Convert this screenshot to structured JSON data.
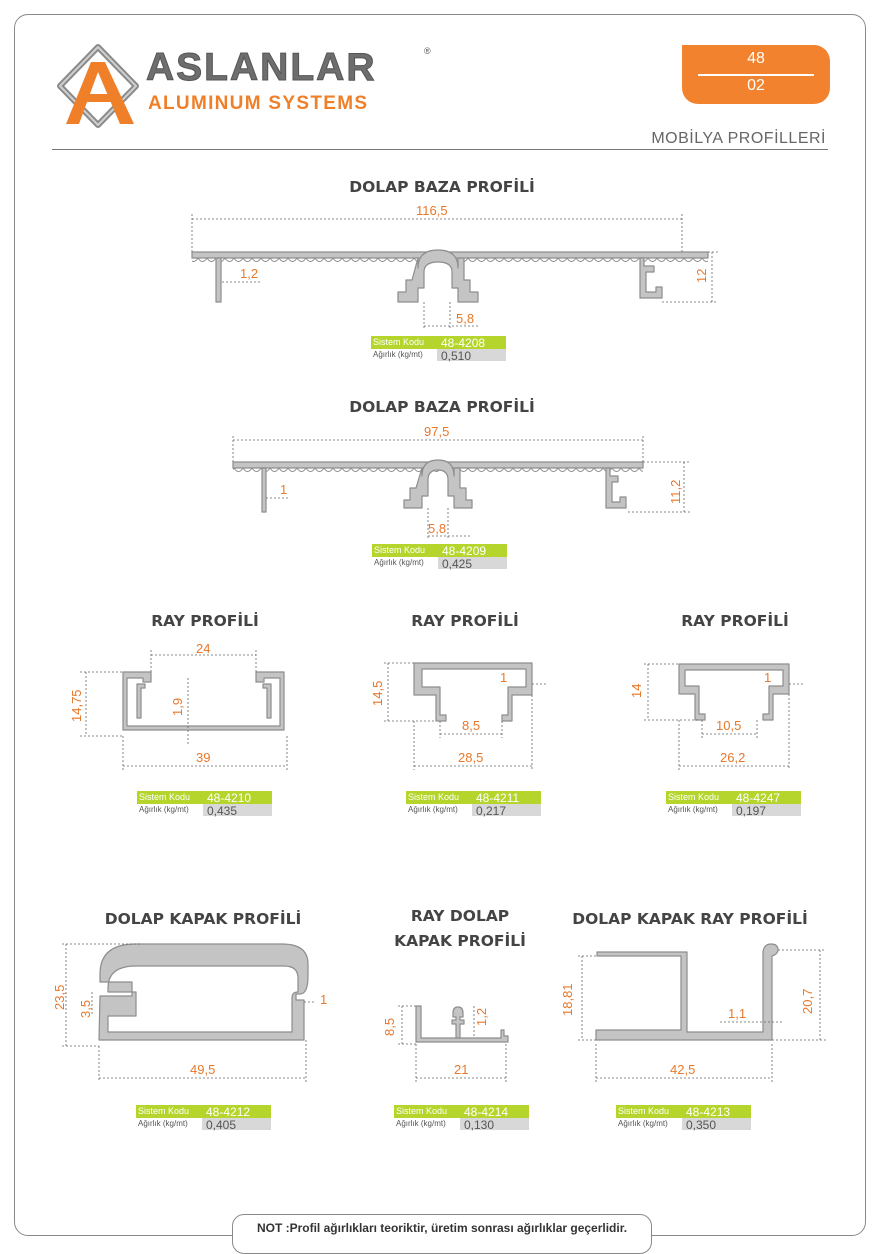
{
  "header": {
    "brand": "ASLANLAR",
    "registered": "®",
    "tagline": "ALUMINUM SYSTEMS",
    "page_top": "48",
    "page_bottom": "02",
    "section": "MOBİLYA PROFİLLERİ"
  },
  "info_labels": {
    "code": "Sistem Kodu",
    "weight": "Ağırlık (kg/mt)"
  },
  "profiles": [
    {
      "title": "DOLAP BAZA PROFİLİ",
      "code": "48-4208",
      "weight": "0,510",
      "dims": {
        "width": "116,5",
        "thick": "1,2",
        "height": "12",
        "slot": "5,8"
      }
    },
    {
      "title": "DOLAP BAZA PROFİLİ",
      "code": "48-4209",
      "weight": "0,425",
      "dims": {
        "width": "97,5",
        "thick": "1",
        "height": "11,2",
        "slot": "5,8"
      }
    },
    {
      "title": "RAY PROFİLİ",
      "code": "48-4210",
      "weight": "0,435",
      "dims": {
        "inner": "24",
        "height": "14,75",
        "lip": "1,9",
        "width": "39"
      }
    },
    {
      "title": "RAY PROFİLİ",
      "code": "48-4211",
      "weight": "0,217",
      "dims": {
        "height": "14,5",
        "thick": "1",
        "gap": "8,5",
        "width": "28,5"
      }
    },
    {
      "title": "RAY PROFİLİ",
      "code": "48-4247",
      "weight": "0,197",
      "dims": {
        "height": "14",
        "thick": "1",
        "gap": "10,5",
        "width": "26,2"
      }
    },
    {
      "title": "DOLAP KAPAK PROFİLİ",
      "code": "48-4212",
      "weight": "0,405",
      "dims": {
        "height": "23,5",
        "slot": "3,5",
        "thick": "1",
        "width": "49,5"
      }
    },
    {
      "title_l1": "RAY DOLAP",
      "title_l2": "KAPAK PROFİLİ",
      "code": "48-4214",
      "weight": "0,130",
      "dims": {
        "height": "8,5",
        "pin": "1,2",
        "width": "21"
      }
    },
    {
      "title": "DOLAP KAPAK RAY PROFİLİ",
      "code": "48-4213",
      "weight": "0,350",
      "dims": {
        "left_h": "18,81",
        "right_h": "20,7",
        "thick": "1,1",
        "width": "42,5"
      }
    }
  ],
  "note": "NOT :Profil ağırlıkları teoriktir, üretim sonrası ağırlıklar geçerlidir.",
  "colors": {
    "orange": "#f07f2a",
    "green": "#b5d52c",
    "profile_grey": "#c4c4c4"
  }
}
